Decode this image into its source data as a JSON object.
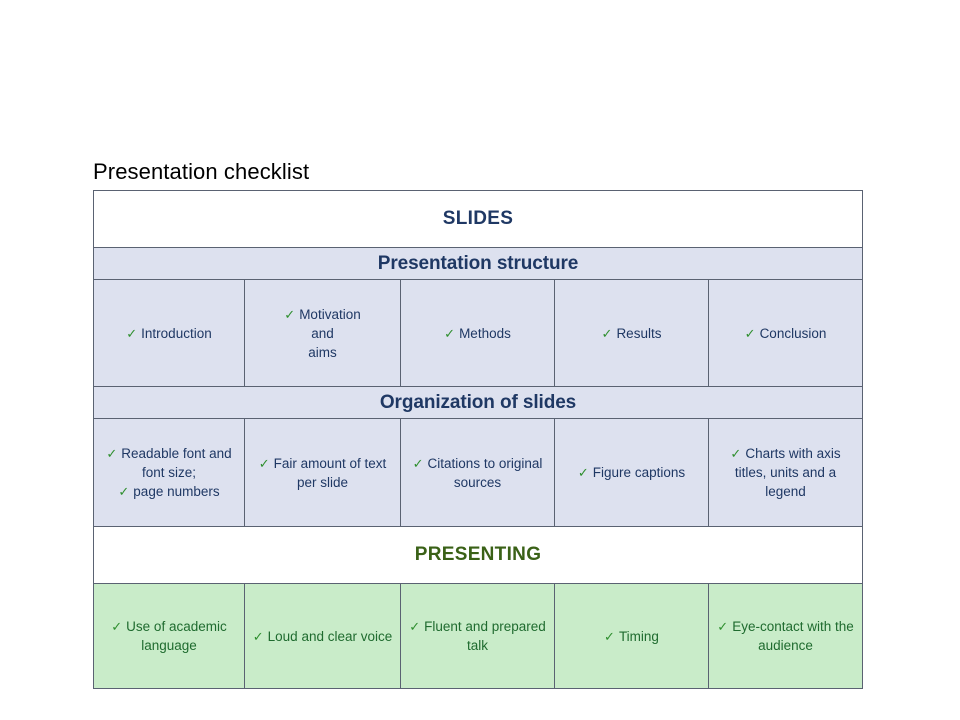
{
  "slide": {
    "title": "Presentation checklist"
  },
  "colors": {
    "header_blue_text": "#1f3864",
    "header_green_text": "#3a6117",
    "cell_blue_bg": "#dde1ef",
    "cell_green_bg": "#c9ecc9",
    "blue_text": "#1f3864",
    "green_text": "#1f6b2f",
    "check_green": "#2f8f2f",
    "border": "#5a6272"
  },
  "icons": {
    "check": "check-icon",
    "glyph": "✓"
  },
  "table": {
    "columns": 5,
    "sections": [
      {
        "banner": "SLIDES",
        "banner_color": "blue",
        "groups": [
          {
            "subheader": "Presentation structure",
            "items": [
              {
                "lines": [
                  "Introduction"
                ],
                "checks": 1
              },
              {
                "lines": [
                  "Motivation",
                  "and",
                  "aims"
                ],
                "checks": 1
              },
              {
                "lines": [
                  "Methods"
                ],
                "checks": 1
              },
              {
                "lines": [
                  "Results"
                ],
                "checks": 1
              },
              {
                "lines": [
                  "Conclusion"
                ],
                "checks": 1
              }
            ]
          },
          {
            "subheader": "Organization of slides",
            "items": [
              {
                "lines": [
                  "Readable font and",
                  "font size;",
                  "page numbers"
                ],
                "checks": 2
              },
              {
                "lines": [
                  "Fair amount  of text",
                  "per slide"
                ],
                "checks": 1
              },
              {
                "lines": [
                  "Citations to original",
                  "sources"
                ],
                "checks": 1
              },
              {
                "lines": [
                  "Figure  captions"
                ],
                "checks": 1
              },
              {
                "lines": [
                  "Charts with  axis",
                  "titles, units and a",
                  "legend"
                ],
                "checks": 1
              }
            ]
          }
        ]
      },
      {
        "banner": "PRESENTING",
        "banner_color": "green",
        "groups": [
          {
            "subheader": null,
            "items": [
              {
                "lines": [
                  "Use of academic",
                  "language"
                ],
                "checks": 1
              },
              {
                "lines": [
                  "Loud and clear voice"
                ],
                "checks": 1
              },
              {
                "lines": [
                  "Fluent and prepared",
                  "talk"
                ],
                "checks": 1
              },
              {
                "lines": [
                  "Timing"
                ],
                "checks": 1
              },
              {
                "lines": [
                  "Eye-contact with the",
                  "audience"
                ],
                "checks": 1
              }
            ]
          }
        ]
      }
    ],
    "rows": {
      "slides_banner": "SLIDES",
      "structure_header": "Presentation structure",
      "structure_items": [
        "Introduction",
        "Motivation and aims",
        "Methods",
        "Results",
        "Conclusion"
      ],
      "organization_header": "Organization of slides",
      "organization_items": [
        "Readable font and font size; page numbers",
        "Fair amount of text per slide",
        "Citations to original sources",
        "Figure captions",
        "Charts with axis titles, units and a legend"
      ],
      "presenting_banner": "PRESENTING",
      "presenting_items": [
        "Use of academic language",
        "Loud and clear voice",
        "Fluent and prepared talk",
        "Timing",
        "Eye-contact with the audience"
      ]
    }
  }
}
